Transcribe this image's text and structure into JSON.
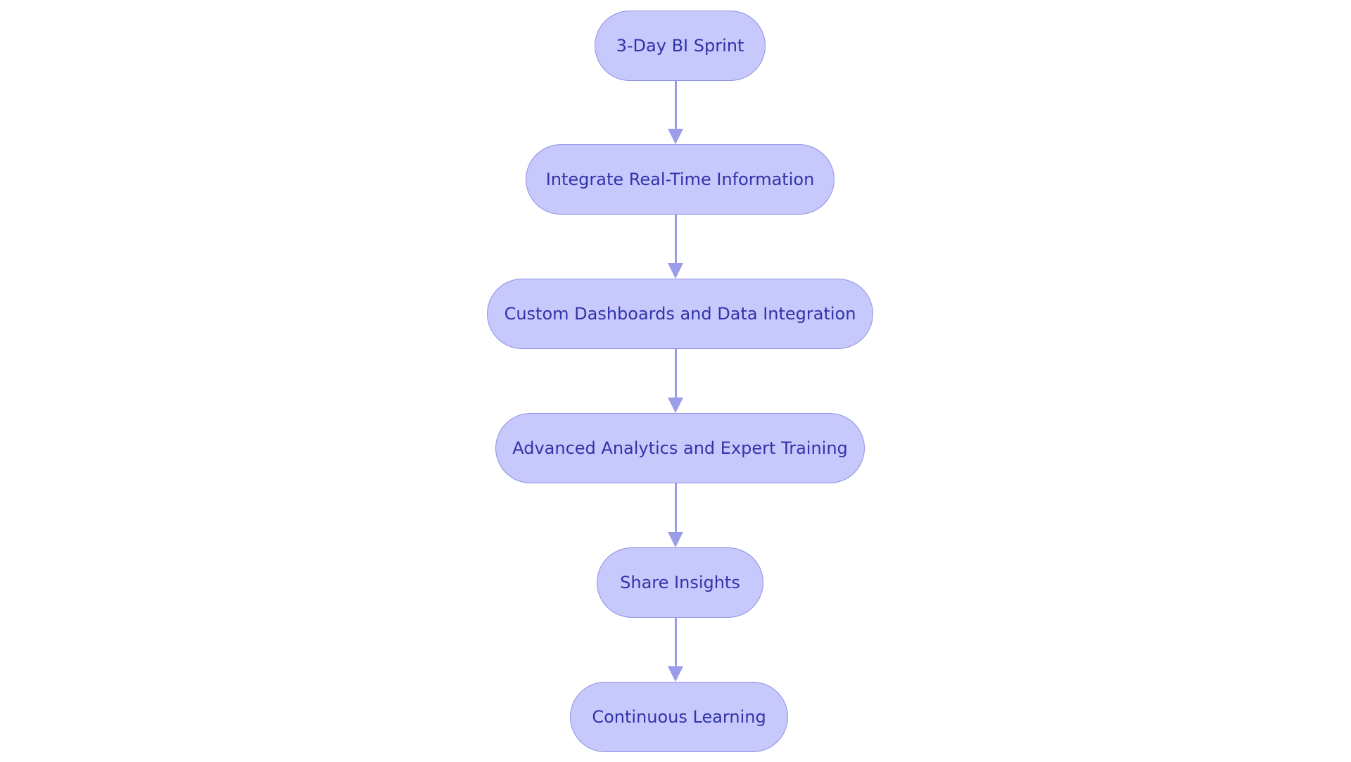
{
  "nodes": [
    {
      "label": "3-Day BI Sprint"
    },
    {
      "label": "Integrate Real-Time Information"
    },
    {
      "label": "Custom Dashboards and Data Integration"
    },
    {
      "label": "Advanced Analytics and Expert Training"
    },
    {
      "label": "Share Insights"
    },
    {
      "label": "Continuous Learning"
    }
  ],
  "edges": [
    {
      "from": 0,
      "to": 1
    },
    {
      "from": 1,
      "to": 2
    },
    {
      "from": 2,
      "to": 3
    },
    {
      "from": 3,
      "to": 4
    },
    {
      "from": 4,
      "to": 5
    }
  ],
  "colors": {
    "node_fill": "#c7c9fc",
    "node_border": "#8f92e3",
    "node_text": "#3133a8",
    "edge": "#9a9de8"
  }
}
